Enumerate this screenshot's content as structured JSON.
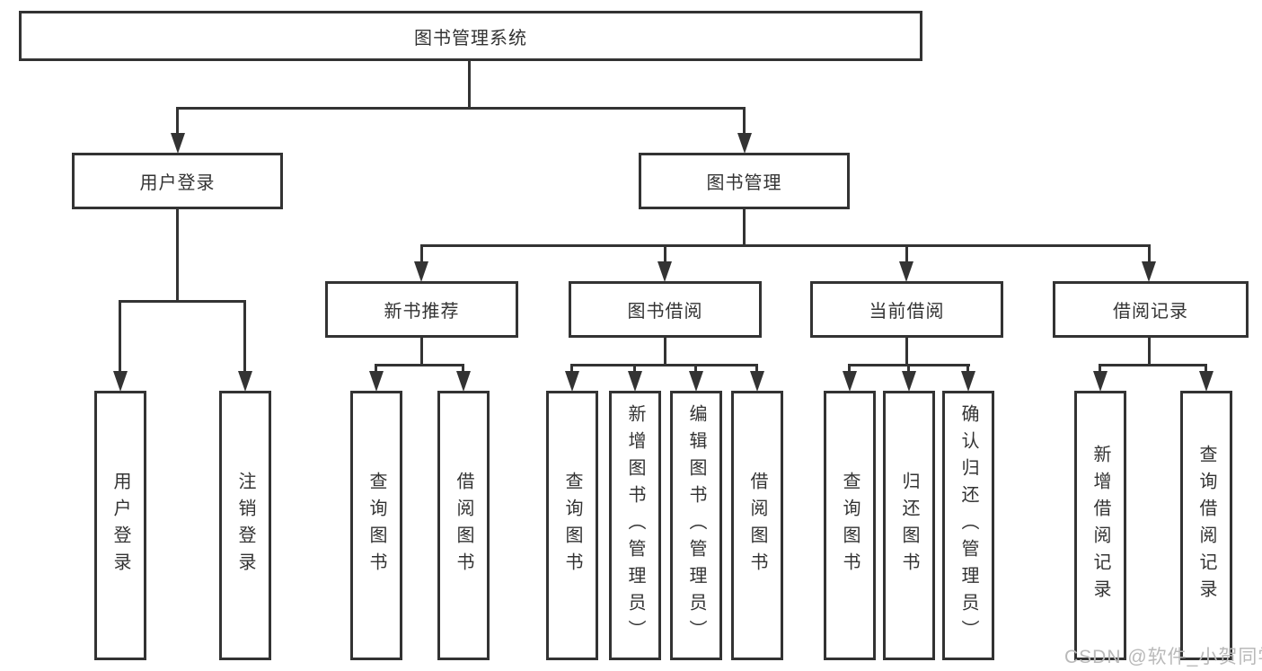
{
  "diagram": {
    "type": "tree",
    "root": "图书管理系统",
    "level2": [
      "用户登录",
      "图书管理"
    ],
    "level3": [
      "新书推荐",
      "图书借阅",
      "当前借阅",
      "借阅记录"
    ],
    "leaves": [
      "用户登录",
      "注销登录",
      "查询图书",
      "借阅图书",
      "查询图书",
      "新增图书（管理员）",
      "编辑图书（管理员）",
      "借阅图书",
      "查询图书",
      "归还图书",
      "确认归还（管理员）",
      "新增借阅记录",
      "查询借阅记录"
    ],
    "edges": [
      [
        "图书管理系统",
        "用户登录"
      ],
      [
        "图书管理系统",
        "图书管理"
      ],
      [
        "用户登录",
        "用户登录(叶)"
      ],
      [
        "用户登录",
        "注销登录"
      ],
      [
        "图书管理",
        "新书推荐"
      ],
      [
        "图书管理",
        "图书借阅"
      ],
      [
        "图书管理",
        "当前借阅"
      ],
      [
        "图书管理",
        "借阅记录"
      ],
      [
        "新书推荐",
        "查询图书"
      ],
      [
        "新书推荐",
        "借阅图书"
      ],
      [
        "图书借阅",
        "查询图书"
      ],
      [
        "图书借阅",
        "新增图书（管理员）"
      ],
      [
        "图书借阅",
        "编辑图书（管理员）"
      ],
      [
        "图书借阅",
        "借阅图书"
      ],
      [
        "当前借阅",
        "查询图书"
      ],
      [
        "当前借阅",
        "归还图书"
      ],
      [
        "当前借阅",
        "确认归还（管理员）"
      ],
      [
        "借阅记录",
        "新增借阅记录"
      ],
      [
        "借阅记录",
        "查询借阅记录"
      ]
    ]
  },
  "watermark": "CSDN @软件_小贺同学",
  "colors": {
    "line": "#333333",
    "text": "#333333",
    "background": "#ffffff",
    "watermark": "#b9b9b9"
  }
}
